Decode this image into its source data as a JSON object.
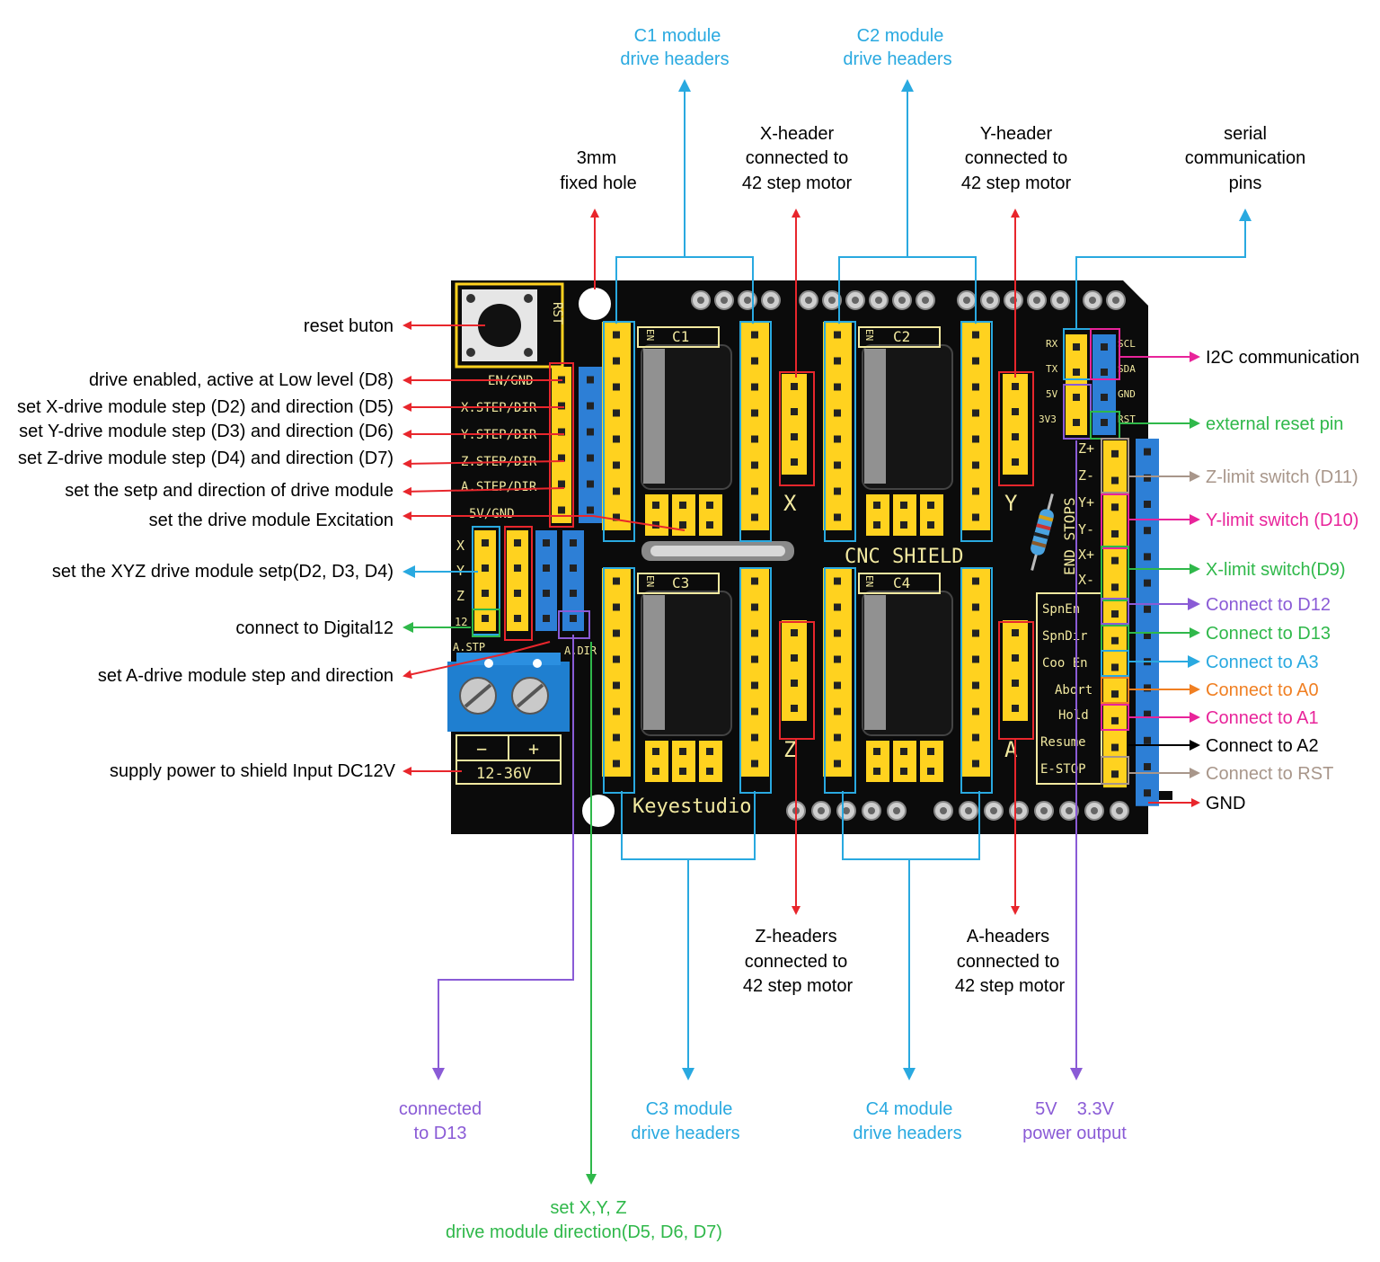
{
  "colors": {
    "red": "#e8262c",
    "cyan": "#29a9e0",
    "green": "#2fb84a",
    "purple": "#8a5bd6",
    "magenta": "#e8249a",
    "orange": "#f07f22",
    "tan": "#a8968a",
    "black": "#000000",
    "board": "#0b0b0b",
    "header_yellow": "#ffd21f",
    "header_blue": "#2d7fd6",
    "terminal_blue": "#1f7fd0"
  },
  "top_labels": {
    "c1": [
      "C1 module",
      "drive headers"
    ],
    "c2": [
      "C2 module",
      "drive headers"
    ],
    "hole": [
      "3mm",
      "fixed hole"
    ],
    "xhdr": [
      "X-header",
      "connected to",
      "42 step motor"
    ],
    "yhdr": [
      "Y-header",
      "connected to",
      "42 step motor"
    ],
    "serial": [
      "serial",
      "communication",
      "pins"
    ]
  },
  "left_labels": {
    "reset": "reset buton",
    "enable": "drive enabled, active at Low level  (D8)",
    "xstep": "set X-drive module step (D2) and direction (D5)",
    "ystep": "set Y-drive module step (D3) and direction (D6)",
    "zstep": "set Z-drive module step (D4) and direction (D7)",
    "astep": "set the setp and direction of drive module",
    "excite": "set the drive module Excitation",
    "xyz": "set the XYZ drive module setp(D2, D3, D4)",
    "d12": "connect to Digital12",
    "adir": "set A-drive module step and direction",
    "power": "supply power to shield Input DC12V"
  },
  "right_labels": {
    "i2c": "I2C communication",
    "ext_reset": "external reset pin",
    "zlim": "Z-limit switch (D11)",
    "ylim": "Y-limit switch (D10)",
    "xlim": "X-limit switch(D9)",
    "d12": "Connect to D12",
    "d13": "Connect to D13",
    "a3": "Connect to A3",
    "a0": "Connect to A0",
    "a1": "Connect to A1",
    "a2": "Connect to A2",
    "rst": "Connect to RST",
    "gnd": "GND"
  },
  "bottom_labels": {
    "d13": [
      "connected",
      "to D13"
    ],
    "c3": [
      "C3 module",
      "drive headers"
    ],
    "c4": [
      "C4 module",
      "drive headers"
    ],
    "pwr": [
      "5V    3.3V",
      "power output"
    ],
    "dir": [
      "set X,Y, Z",
      "drive module direction(D5, D6, D7)"
    ],
    "zhdr": [
      "Z-headers",
      "connected to",
      "42 step motor"
    ],
    "ahdr": [
      "A-headers",
      "connected to",
      "42 step motor"
    ]
  },
  "silk": {
    "rst": "RST",
    "en_gnd": "EN/GND",
    "x_step": "X.STEP/DIR",
    "y_step": "Y.STEP/DIR",
    "z_step": "Z.STEP/DIR",
    "a_step": "A.STEP/DIR",
    "v_gnd": "5V/GND",
    "c1": "C1",
    "c2": "C2",
    "c3": "C3",
    "c4": "C4",
    "axis_x": "X",
    "axis_y": "Y",
    "axis_z": "Z",
    "axis_a": "A",
    "cnc": "CNC SHIELD",
    "brand": "Keyestudio",
    "volt": "12-36V",
    "minus": "−",
    "plus": "+",
    "endstops": "END STOPS",
    "rx": "RX",
    "tx": "TX",
    "v5": "5V",
    "v33": "3V3",
    "scl": "SCL",
    "sda": "SDA",
    "gnd": "GND",
    "rst2": "RST",
    "zp": "Z+",
    "zm": "Z-",
    "yp": "Y+",
    "ym": "Y-",
    "xp": "X+",
    "xm": "X-",
    "spnen": "SpnEn",
    "spndir": "SpnDir",
    "coolen": "Coo En",
    "abort": "Abort",
    "hold": "Hold",
    "resume": "Resume",
    "estop": "E-STOP",
    "sx": "X",
    "sy": "Y",
    "sz": "Z",
    "s12": "12",
    "astp": "A.STP",
    "adir": "A.DIR",
    "en": "EN"
  }
}
